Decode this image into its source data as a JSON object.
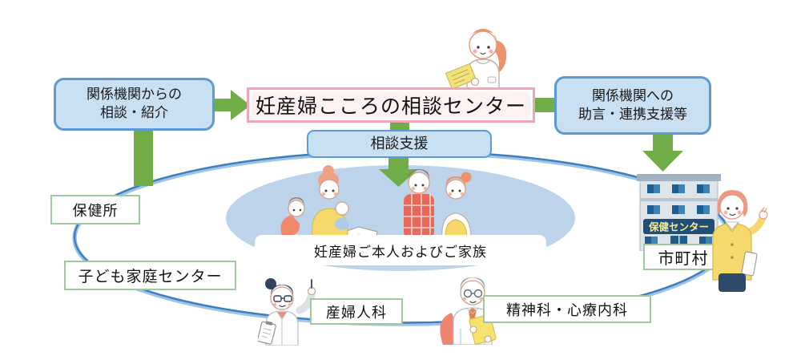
{
  "boxes": {
    "referral": {
      "line1": "関係機関からの",
      "line2": "相談・紹介"
    },
    "center": {
      "title": "妊産婦こころの相談センター"
    },
    "advice": {
      "line1": "関係機関への",
      "line2": "助言・連携支援等"
    },
    "support": {
      "label": "相談支援"
    }
  },
  "network": {
    "family_label": "妊産婦ご本人およびご家族",
    "members": {
      "health_office": "保健所",
      "child_family_center": "子ども家庭センター",
      "municipality": "市町村",
      "obstetrics": "産婦人科",
      "psychiatry": "精神科・心療内科"
    },
    "building_sign": "保健センター"
  },
  "colors": {
    "arrow_green": "#70ad47",
    "blue_box_fill": "#c9dff2",
    "blue_box_border": "#5b9bd5",
    "pink_box_fill": "#fdf2f2",
    "pink_box_border": "#f0a6b5",
    "ellipse_stroke": "#3d7ebf",
    "inner_ellipse_fill": "#bdd3ea",
    "label_border": "#9dc99d",
    "banner_bg": "#1f4e79",
    "banner_text": "#ffe98a"
  }
}
